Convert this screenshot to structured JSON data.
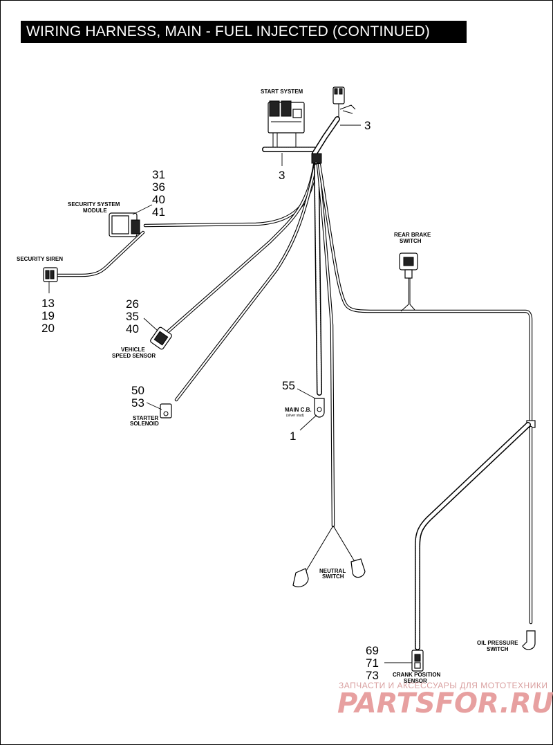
{
  "title": "WIRING HARNESS, MAIN - FUEL INJECTED (CONTINUED)",
  "labels": {
    "start_system": "START SYSTEM",
    "security_module": [
      "SECURITY SYSTEM",
      "MODULE"
    ],
    "security_siren": "SECURITY SIREN",
    "rear_brake": [
      "REAR BRAKE",
      "SWITCH"
    ],
    "vehicle_speed": [
      "VEHICLE",
      "SPEED SENSOR"
    ],
    "starter_solenoid": [
      "STARTER",
      "SOLENOID"
    ],
    "main_cb": "MAIN C.B.",
    "main_cb_note": "(silver stud)",
    "neutral": [
      "NEUTRAL",
      "SWITCH"
    ],
    "oil_pressure": [
      "OIL PRESSURE",
      "SWITCH"
    ],
    "crank_position": [
      "CRANK POSITION",
      "SENSOR"
    ]
  },
  "callouts": {
    "start_system_right": "3",
    "start_system_below": "3",
    "security_module": [
      "31",
      "36",
      "40",
      "41"
    ],
    "security_siren": [
      "13",
      "19",
      "20"
    ],
    "vehicle_speed": [
      "26",
      "35",
      "40"
    ],
    "starter_solenoid": [
      "50",
      "53"
    ],
    "main_cb_above": "55",
    "main_cb_below": "1",
    "crank_position": [
      "69",
      "71",
      "73"
    ]
  },
  "watermark": {
    "tagline": "ЗАПЧАСТИ И АКСЕССУАРЫ ДЛЯ МОТОТЕХНИКИ",
    "brand": "PARTSFOR.RU"
  }
}
